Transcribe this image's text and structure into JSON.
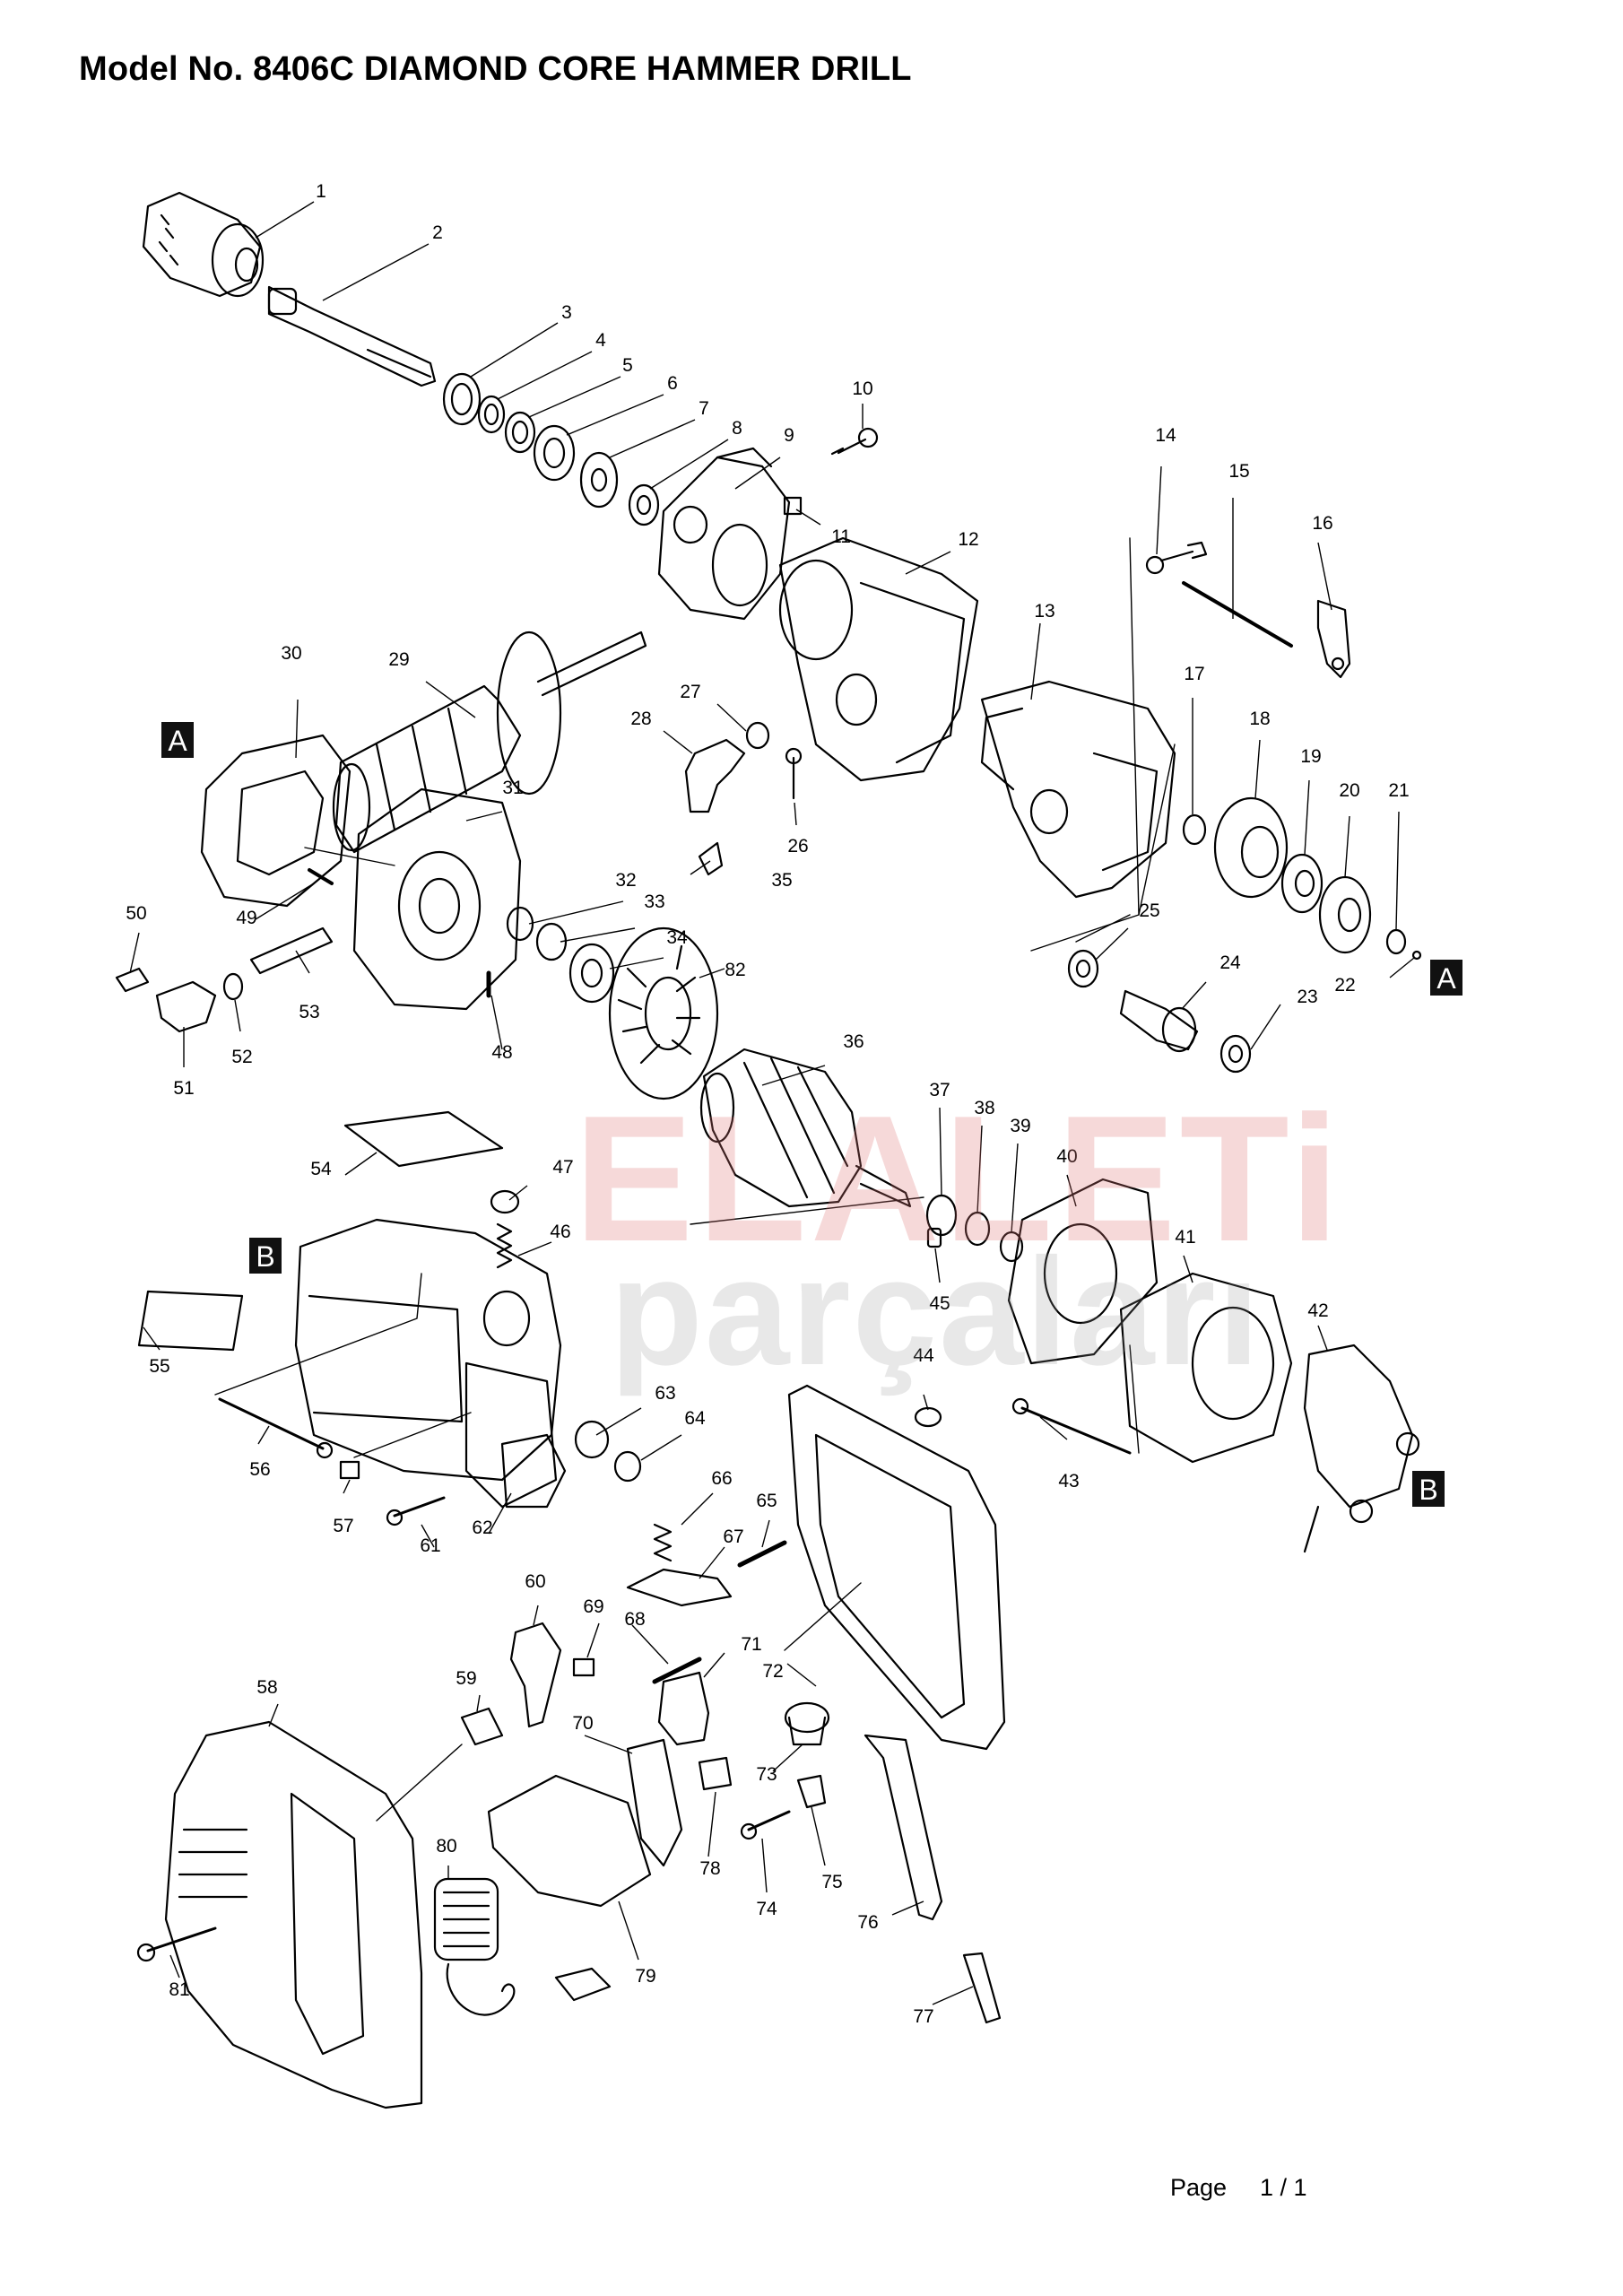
{
  "title": "Model No. 8406C  DIAMOND CORE HAMMER DRILL",
  "page": {
    "label": "Page",
    "number": "1 / 1"
  },
  "watermark": {
    "line1": "ELALETi",
    "line2": "parçaları",
    "color_red": "#e59a9a",
    "color_gray": "#c8c8c8"
  },
  "section_markers": [
    "A",
    "A",
    "B",
    "B"
  ],
  "part_numbers": [
    "1",
    "2",
    "3",
    "4",
    "5",
    "6",
    "7",
    "8",
    "9",
    "10",
    "11",
    "12",
    "13",
    "14",
    "15",
    "16",
    "17",
    "18",
    "19",
    "20",
    "21",
    "22",
    "23",
    "24",
    "25",
    "26",
    "27",
    "28",
    "29",
    "30",
    "31",
    "32",
    "33",
    "34",
    "35",
    "36",
    "37",
    "38",
    "39",
    "40",
    "41",
    "42",
    "43",
    "44",
    "45",
    "46",
    "47",
    "48",
    "49",
    "50",
    "51",
    "52",
    "53",
    "54",
    "55",
    "56",
    "57",
    "58",
    "59",
    "60",
    "61",
    "62",
    "63",
    "64",
    "65",
    "66",
    "67",
    "68",
    "69",
    "70",
    "71",
    "72",
    "73",
    "74",
    "75",
    "76",
    "77",
    "78",
    "79",
    "80",
    "81",
    "82"
  ]
}
